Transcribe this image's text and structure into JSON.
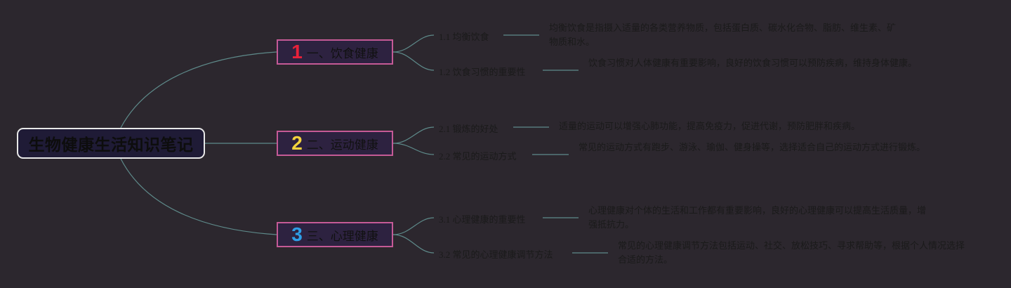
{
  "root": {
    "title": "生物健康生活知识笔记"
  },
  "branches": [
    {
      "number": "1",
      "number_color": "#e8213a",
      "label": "一、饮食健康",
      "children": [
        {
          "label": "1.1 均衡饮食",
          "description": "均衡饮食是指摄入适量的各类营养物质，包括蛋白质、碳水化合物、脂肪、维生素、矿物质和水。"
        },
        {
          "label": "1.2 饮食习惯的重要性",
          "description": "饮食习惯对人体健康有重要影响，良好的饮食习惯可以预防疾病，维持身体健康。"
        }
      ]
    },
    {
      "number": "2",
      "number_color": "#f2d33c",
      "label": "二、运动健康",
      "children": [
        {
          "label": "2.1 锻炼的好处",
          "description": "适量的运动可以增强心肺功能，提高免疫力，促进代谢，预防肥胖和疾病。"
        },
        {
          "label": "2.2 常见的运动方式",
          "description": "常见的运动方式有跑步、游泳、瑜伽、健身操等，选择适合自己的运动方式进行锻炼。"
        }
      ]
    },
    {
      "number": "3",
      "number_color": "#2e9ee6",
      "label": "三、心理健康",
      "children": [
        {
          "label": "3.1 心理健康的重要性",
          "description": "心理健康对个体的生活和工作都有重要影响，良好的心理健康可以提高生活质量，增强抵抗力。"
        },
        {
          "label": "3.2 常见的心理健康调节方法",
          "description": "常见的心理健康调节方法包括运动、社交、放松技巧、寻求帮助等，根据个人情况选择合适的方法。"
        }
      ]
    }
  ]
}
